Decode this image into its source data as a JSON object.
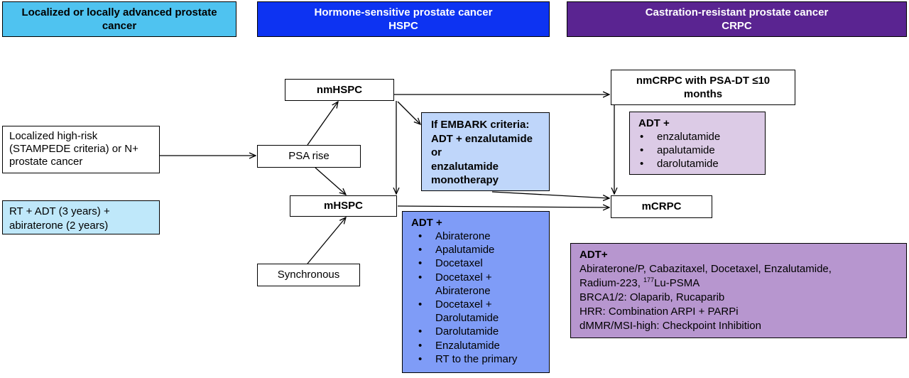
{
  "headers": {
    "localized": {
      "line1": "Localized or locally advanced prostate",
      "line2": "cancer",
      "color": "#4FC3F0"
    },
    "hspc": {
      "line1": "Hormone-sensitive prostate cancer",
      "line2": "HSPC",
      "color": "#0D33F2"
    },
    "crpc": {
      "line1": "Castration-resistant prostate cancer",
      "line2": "CRPC",
      "color": "#5A2491"
    }
  },
  "nodes": {
    "localized_highrisk": {
      "lines": [
        "Localized high-risk",
        "(STAMPEDE criteria) or N+",
        "prostate cancer"
      ]
    },
    "rt_adt": {
      "lines": [
        "RT + ADT (3 years) +",
        "abiraterone (2 years)"
      ],
      "color": "#BFE8FA"
    },
    "nmhspc": {
      "label": "nmHSPC"
    },
    "psa_rise": {
      "label": "PSA rise"
    },
    "mhspc": {
      "label": "mHSPC"
    },
    "synchronous": {
      "label": "Synchronous"
    },
    "embark": {
      "lines": [
        "If EMBARK criteria:",
        "ADT + enzalutamide",
        "or",
        "enzalutamide",
        "monotherapy"
      ],
      "color": "#BFD6FA"
    },
    "hspc_adt": {
      "title": "ADT +",
      "items": [
        "Abiraterone",
        "Apalutamide",
        "Docetaxel",
        "Docetaxel +|Abiraterone",
        "Docetaxel +|Darolutamide",
        "Darolutamide",
        "Enzalutamide",
        "RT to the primary"
      ],
      "color": "#7F9CF7"
    },
    "nmcrpc": {
      "line1": "nmCRPC with PSA-DT ≤10",
      "line2": "months"
    },
    "nmcrpc_adt": {
      "title": "ADT +",
      "items": [
        "enzalutamide",
        "apalutamide",
        "darolutamide"
      ],
      "color": "#DCCBE6"
    },
    "mcrpc": {
      "label": "mCRPC"
    },
    "mcrpc_adt": {
      "title": "ADT+",
      "line1": "Abiraterone/P, Cabazitaxel, Docetaxel, Enzalutamide,",
      "line2_a": "Radium-223, ",
      "line2_sup": "177",
      "line2_b": "Lu-PSMA",
      "line3": "BRCA1/2: Olaparib, Rucaparib",
      "line4": "HRR: Combination ARPI + PARPi",
      "line5": "dMMR/MSI-high: Checkpoint Inhibition",
      "color": "#B796CF"
    }
  }
}
